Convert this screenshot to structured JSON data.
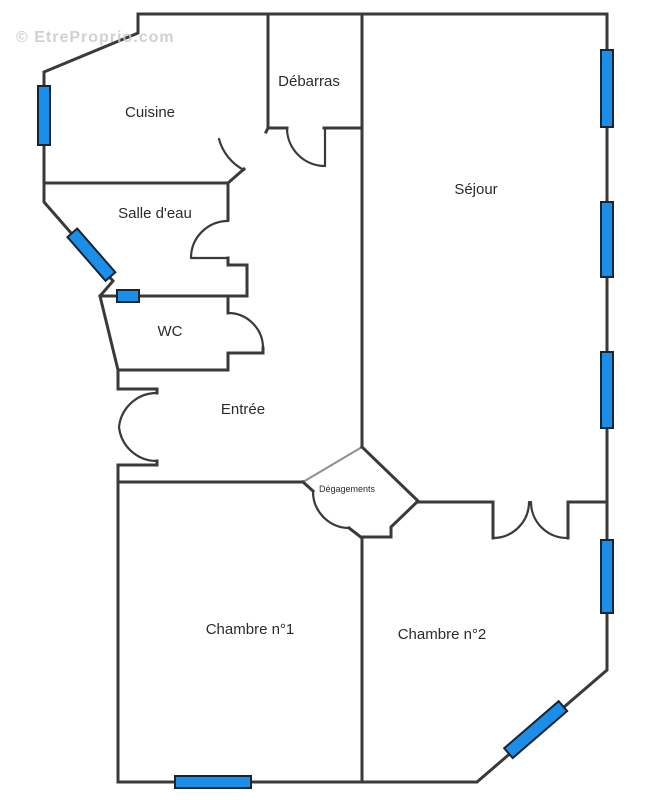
{
  "watermark": "© EtreProprio.com",
  "rooms": {
    "cuisine": {
      "label": "Cuisine"
    },
    "debarras": {
      "label": "Débarras"
    },
    "salle_deau": {
      "label": "Salle d'eau"
    },
    "wc": {
      "label": "WC"
    },
    "entree": {
      "label": "Entrée"
    },
    "sejour": {
      "label": "Séjour"
    },
    "degagements": {
      "label": "Dégagements"
    },
    "chambre1": {
      "label": "Chambre n°1"
    },
    "chambre2": {
      "label": "Chambre n°2"
    }
  },
  "windows": {
    "count": 9
  },
  "colors": {
    "background": "#ffffff",
    "wall": "#3a3a3a",
    "window_fill": "#1a8ee8",
    "window_stroke": "#18242e",
    "label_text": "#2b2b2b",
    "watermark": "#c9c9c9"
  }
}
